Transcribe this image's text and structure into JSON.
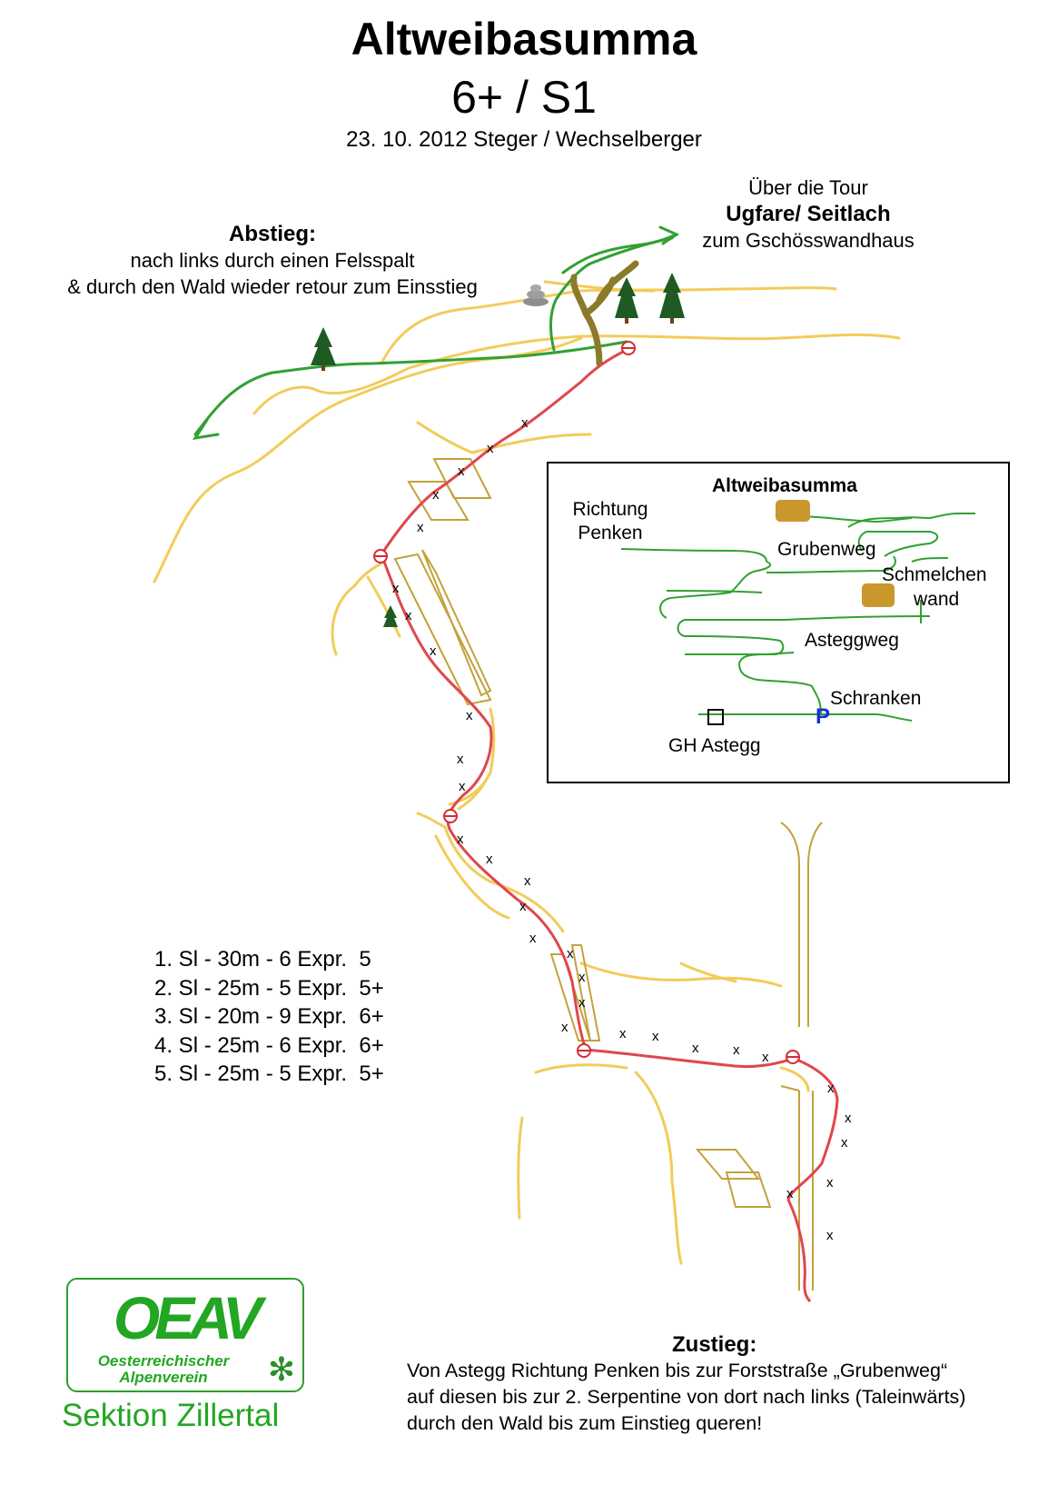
{
  "header": {
    "title": "Altweibasumma",
    "grade": "6+ / S1",
    "date_authors": "23. 10. 2012 Steger / Wechselberger"
  },
  "tour": {
    "line1": "Über die Tour",
    "line2": "Ugfare/ Seitlach",
    "line3": "zum Gschösswandhaus"
  },
  "abstieg": {
    "title": "Abstieg:",
    "line1": "nach links durch einen Felsspalt",
    "line2": "& durch den Wald wieder retour zum Einsstieg"
  },
  "pitches": [
    "1. Sl - 30m - 6 Expr.  5",
    "2. Sl - 25m - 5 Expr.  5+",
    "3. Sl - 20m - 9 Expr.  6+",
    "4. Sl - 25m - 6 Expr.  6+",
    "5. Sl - 25m - 5 Expr.  5+"
  ],
  "inset_map": {
    "title": "Altweibasumma",
    "richtung": "Richtung",
    "penken": "Penken",
    "grubenweg": "Grubenweg",
    "schmelchen": "Schmelchen",
    "wand": "wand",
    "asteggweg": "Asteggweg",
    "schranken": "Schranken",
    "parking": "P",
    "gh_astegg": "GH Astegg"
  },
  "zustieg": {
    "title": "Zustieg:",
    "line1": "Von Astegg Richtung Penken bis zur Forststraße „Grubenweg“",
    "line2": "auf diesen bis zur 2. Serpentine von dort nach links (Taleinwärts)",
    "line3": "durch den Wald bis zum Einstieg queren!"
  },
  "logo": {
    "letters": "OEAV",
    "line1": "Oesterreichischer",
    "line2": "Alpenverein",
    "sektion": "Sektion Zillertal"
  },
  "colors": {
    "route": "#e0474c",
    "rock": "#f2cc5a",
    "descent": "#33a033",
    "feature_outline": "#c2a23a",
    "logo_green": "#23a623",
    "parking_blue": "#1a2fd6"
  },
  "route_marker": "x"
}
